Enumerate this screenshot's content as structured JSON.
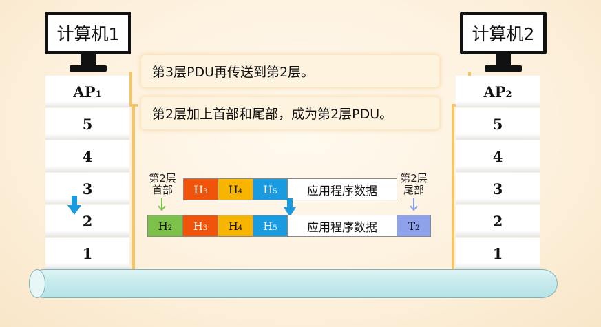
{
  "computers": {
    "left": {
      "label": "计算机1"
    },
    "right": {
      "label": "计算机2"
    }
  },
  "stacks": {
    "left": {
      "ap_main": "AP",
      "ap_sub": "1",
      "layers": [
        "5",
        "4",
        "3",
        "2",
        "1"
      ]
    },
    "right": {
      "ap_main": "AP",
      "ap_sub": "2",
      "layers": [
        "5",
        "4",
        "3",
        "2",
        "1"
      ]
    }
  },
  "messages": {
    "line1": "第3层PDU再传送到第2层。",
    "line2": "第2层加上首部和尾部，成为第2层PDU。"
  },
  "labels": {
    "header_label_line1": "第2层",
    "header_label_line2": "首部",
    "trailer_label_line1": "第2层",
    "trailer_label_line2": "尾部"
  },
  "row1": {
    "h3": {
      "main": "H",
      "sub": "3"
    },
    "h4": {
      "main": "H",
      "sub": "4"
    },
    "h5": {
      "main": "H",
      "sub": "5"
    },
    "data": "应用程序数据"
  },
  "row2": {
    "h2": {
      "main": "H",
      "sub": "2"
    },
    "h3": {
      "main": "H",
      "sub": "3"
    },
    "h4": {
      "main": "H",
      "sub": "4"
    },
    "h5": {
      "main": "H",
      "sub": "5"
    },
    "data": "应用程序数据",
    "t2": {
      "main": "T",
      "sub": "2"
    }
  },
  "colors": {
    "h2": "#7cc14a",
    "h3": "#f0540a",
    "h4": "#f7b500",
    "h5": "#1a9be0",
    "t2": "#8ea2ec",
    "arrow": "#1a9be0",
    "connector": "#f5c56a"
  }
}
